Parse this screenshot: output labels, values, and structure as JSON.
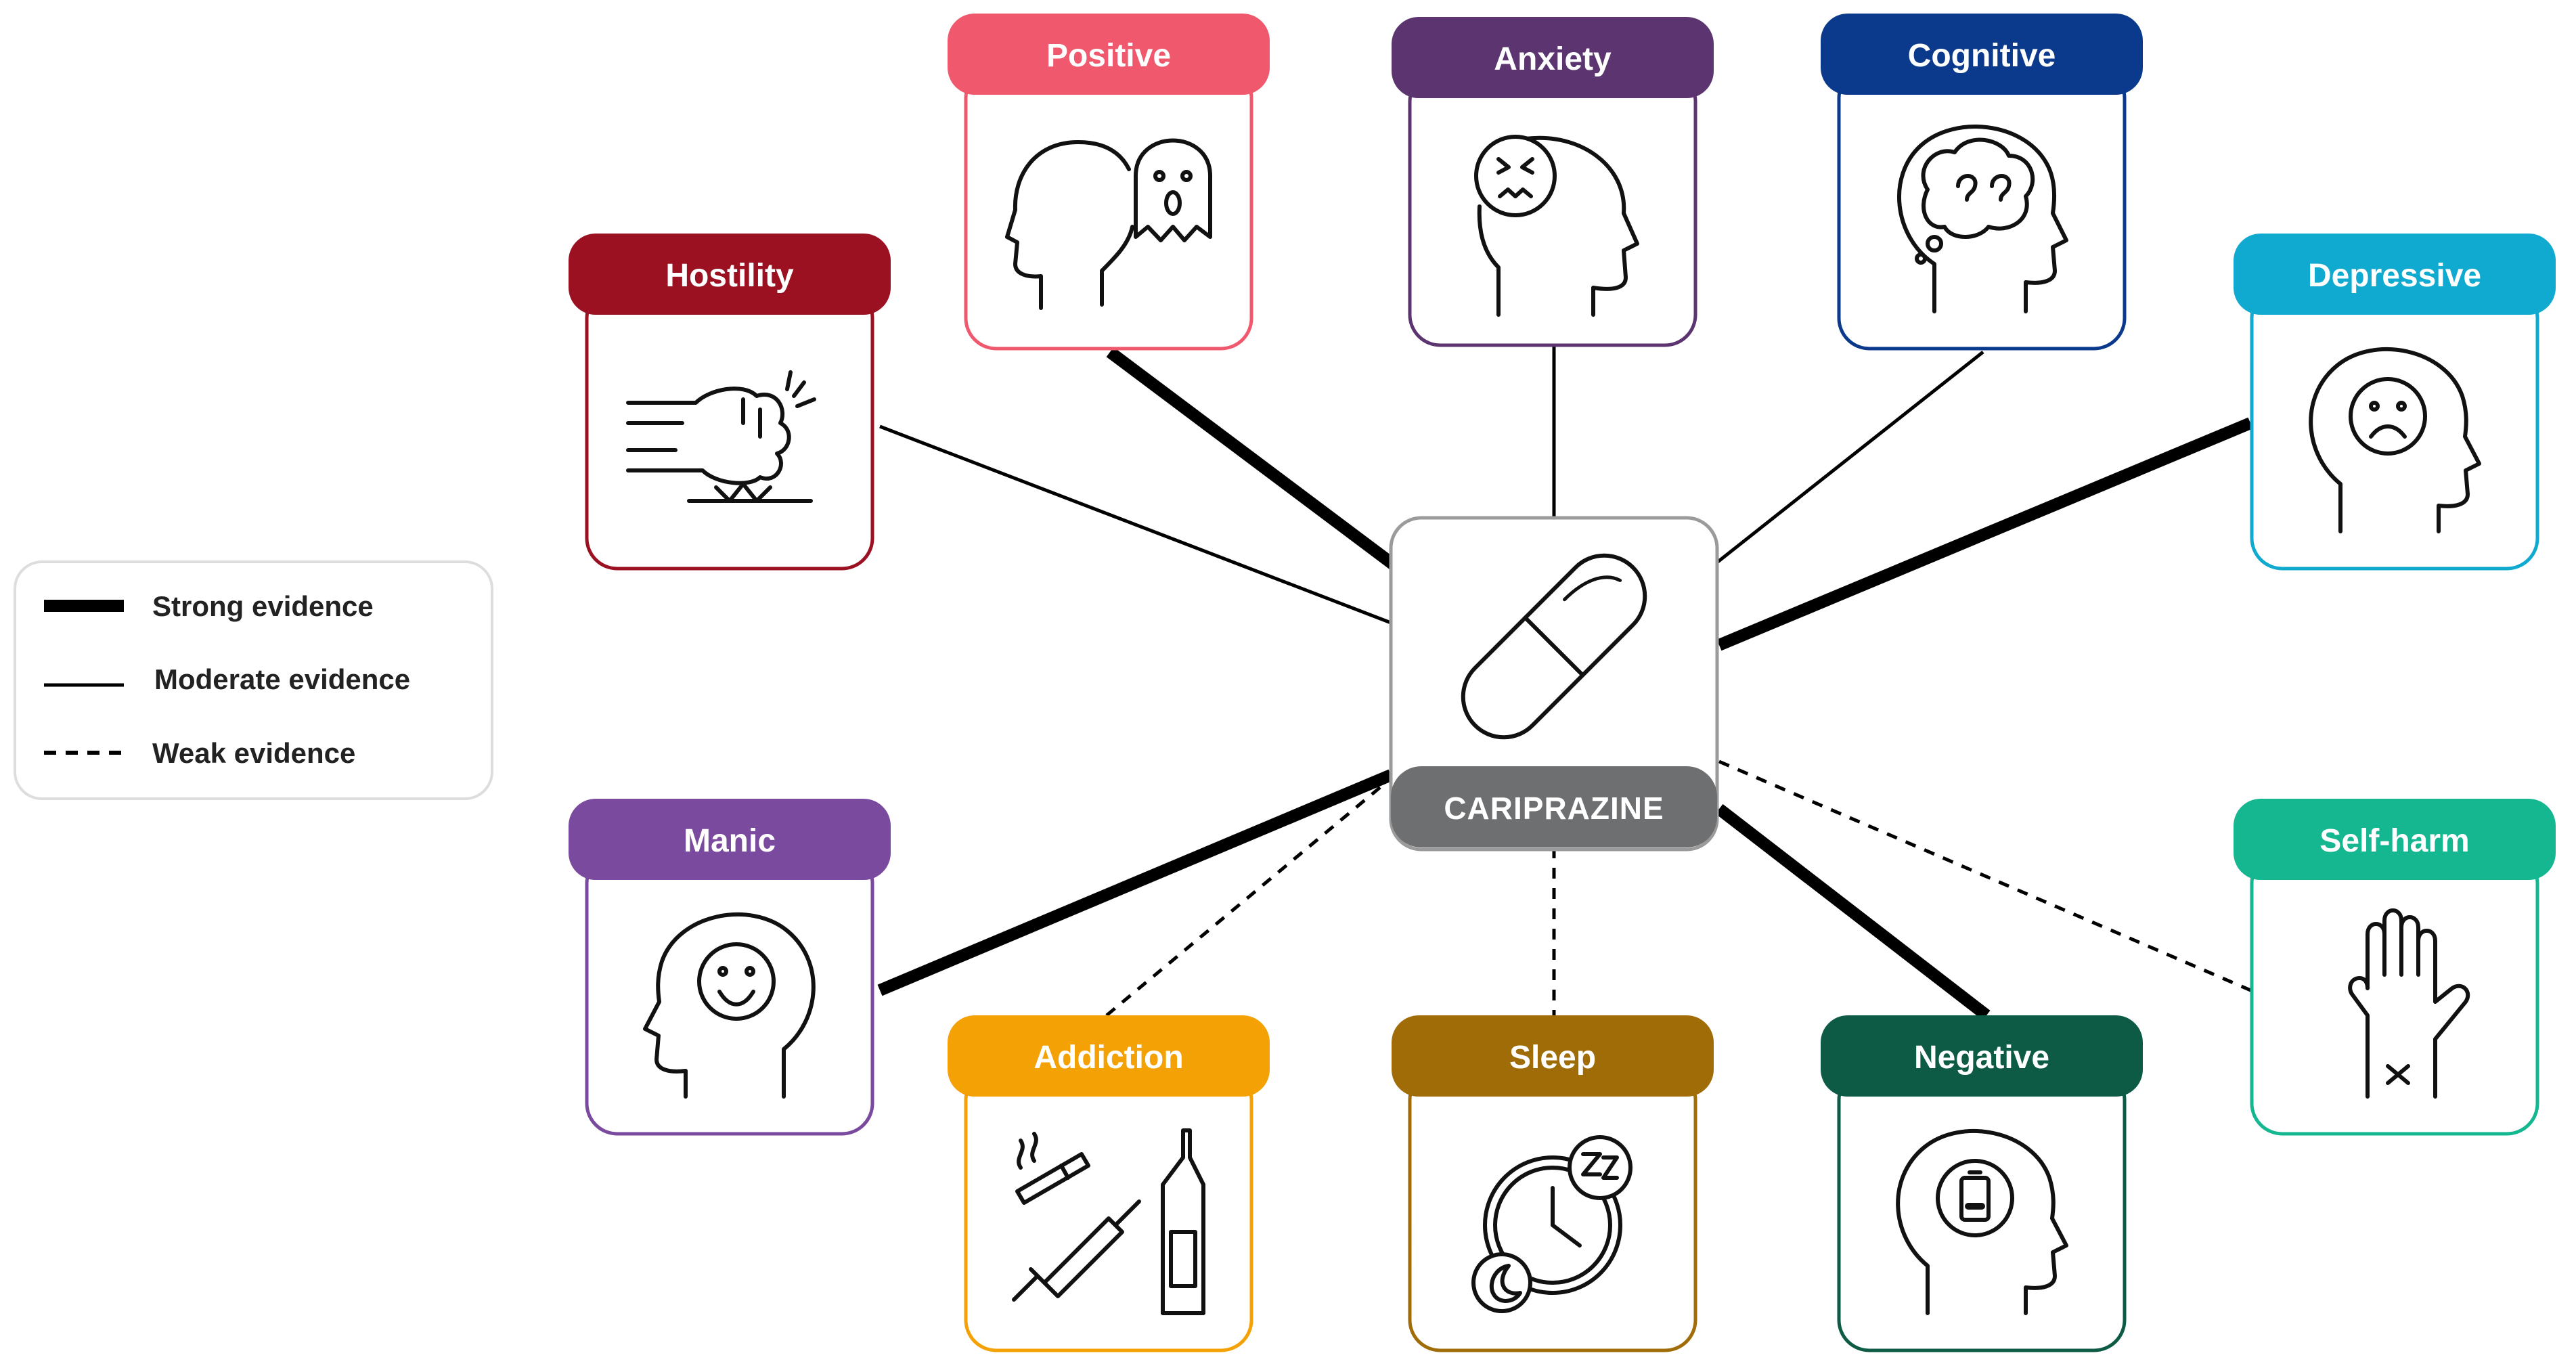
{
  "center": {
    "label": "CARIPRAZINE",
    "icon": "capsule-pill-icon",
    "label_color": "#6e6f71"
  },
  "legend": {
    "items": [
      {
        "label": "Strong evidence",
        "style": "strong"
      },
      {
        "label": "Moderate evidence",
        "style": "moderate"
      },
      {
        "label": "Weak evidence",
        "style": "weak"
      }
    ]
  },
  "domains": [
    {
      "id": "positive",
      "label": "Positive",
      "color": "#f0596d",
      "evidence": "strong",
      "icon": "hallucination-ghost-head-icon"
    },
    {
      "id": "anxiety",
      "label": "Anxiety",
      "color": "#5c3570",
      "evidence": "moderate",
      "icon": "stressed-face-head-icon"
    },
    {
      "id": "cognitive",
      "label": "Cognitive",
      "color": "#0b3a8c",
      "evidence": "moderate",
      "icon": "confused-brain-head-icon"
    },
    {
      "id": "depressive",
      "label": "Depressive",
      "color": "#10a9d0",
      "evidence": "strong",
      "icon": "sad-face-head-icon"
    },
    {
      "id": "hostility",
      "label": "Hostility",
      "color": "#9b1122",
      "evidence": "moderate",
      "icon": "punching-fist-icon"
    },
    {
      "id": "manic",
      "label": "Manic",
      "color": "#7a4a9e",
      "evidence": "strong",
      "icon": "happy-face-head-icon"
    },
    {
      "id": "addiction",
      "label": "Addiction",
      "color": "#f4a106",
      "evidence": "weak",
      "icon": "cigarette-syringe-bottle-icon"
    },
    {
      "id": "sleep",
      "label": "Sleep",
      "color": "#a06c08",
      "evidence": "weak",
      "icon": "clock-moon-sleep-icon"
    },
    {
      "id": "negative",
      "label": "Negative",
      "color": "#0d5a45",
      "evidence": "strong",
      "icon": "low-battery-head-icon"
    },
    {
      "id": "selfharm",
      "label": "Self-harm",
      "color": "#15b791",
      "evidence": "weak",
      "icon": "hand-cut-wrist-icon"
    }
  ]
}
